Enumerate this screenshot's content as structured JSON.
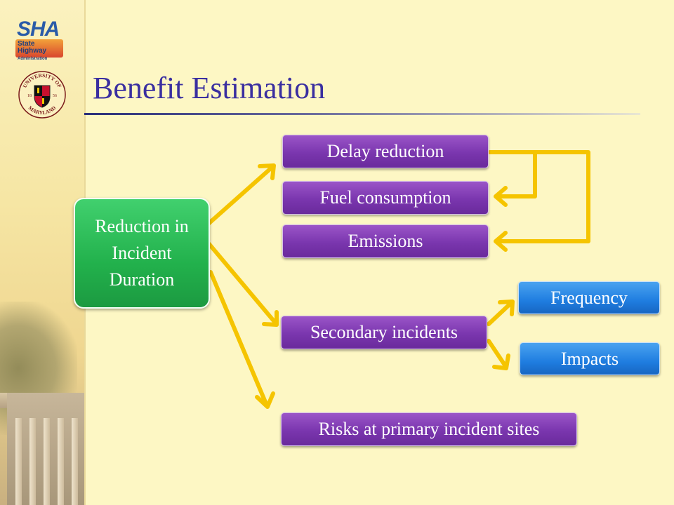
{
  "slide": {
    "title": "Benefit Estimation"
  },
  "logos": {
    "sha": {
      "mark": "SHA",
      "line1": "State Highway",
      "line2": "Administration"
    },
    "umd": {
      "top": "UNIVERSITY OF",
      "bottom": "MARYLAND",
      "year_left": "18",
      "year_right": "56"
    }
  },
  "diagram": {
    "root": "Reduction in Incident Duration",
    "nodes": {
      "delay": "Delay reduction",
      "fuel": "Fuel consumption",
      "emissions": "Emissions",
      "secondary": "Secondary incidents",
      "frequency": "Frequency",
      "impacts": "Impacts",
      "risks": "Risks at primary incident sites"
    }
  },
  "colors": {
    "background": "#fdf7c4",
    "title": "#3a2fa0",
    "arrow": "#f5c400",
    "root_node": "#22b14c",
    "effect_node": "#7a36ae",
    "sub_node": "#1f7de0"
  }
}
